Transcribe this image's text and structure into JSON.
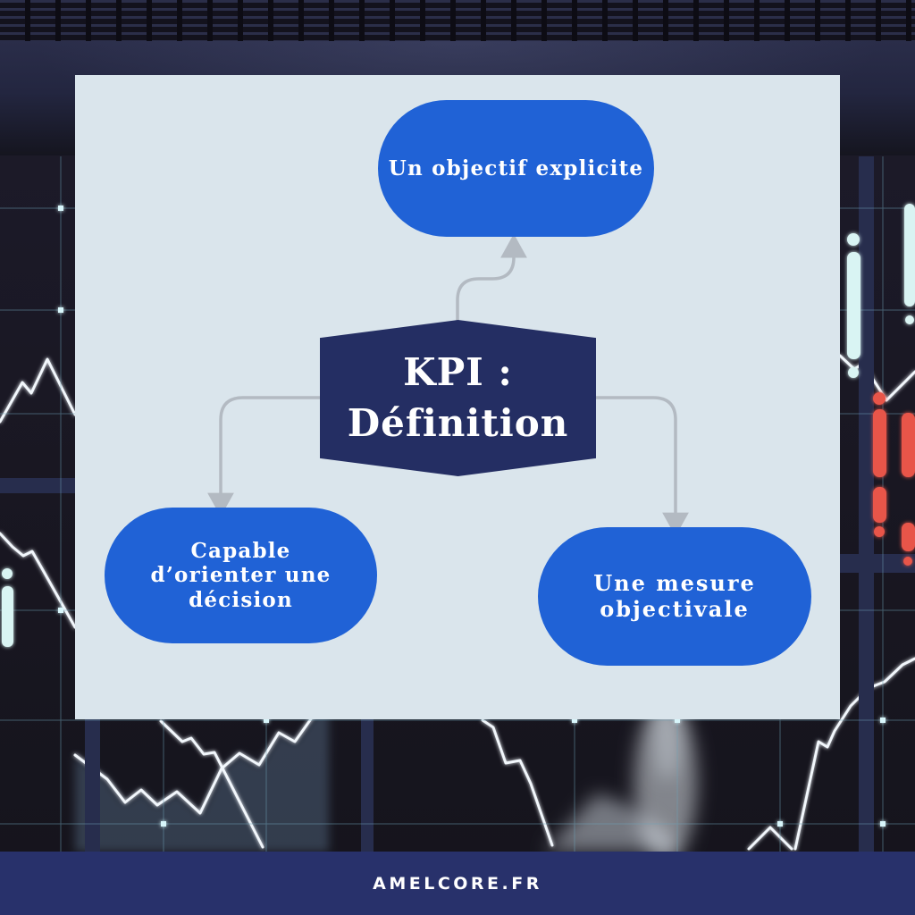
{
  "diagram": {
    "center": {
      "line1": "KPI :",
      "line2": "Définition"
    },
    "nodes": [
      {
        "id": "top",
        "label": "Un objectif explicite"
      },
      {
        "id": "bottom-left",
        "label": "Capable d’orienter une décision"
      },
      {
        "id": "bottom-right",
        "label": "Une mesure objectivale"
      }
    ]
  },
  "footer": {
    "site": "AMELCORE.FR"
  },
  "colors": {
    "node_blue": "#2062d6",
    "center_navy": "#242e63",
    "card_bg": "#dae5ec",
    "footer_bg": "#28316b",
    "connector_gray": "#b3bac2",
    "text_white": "#ffffff"
  }
}
